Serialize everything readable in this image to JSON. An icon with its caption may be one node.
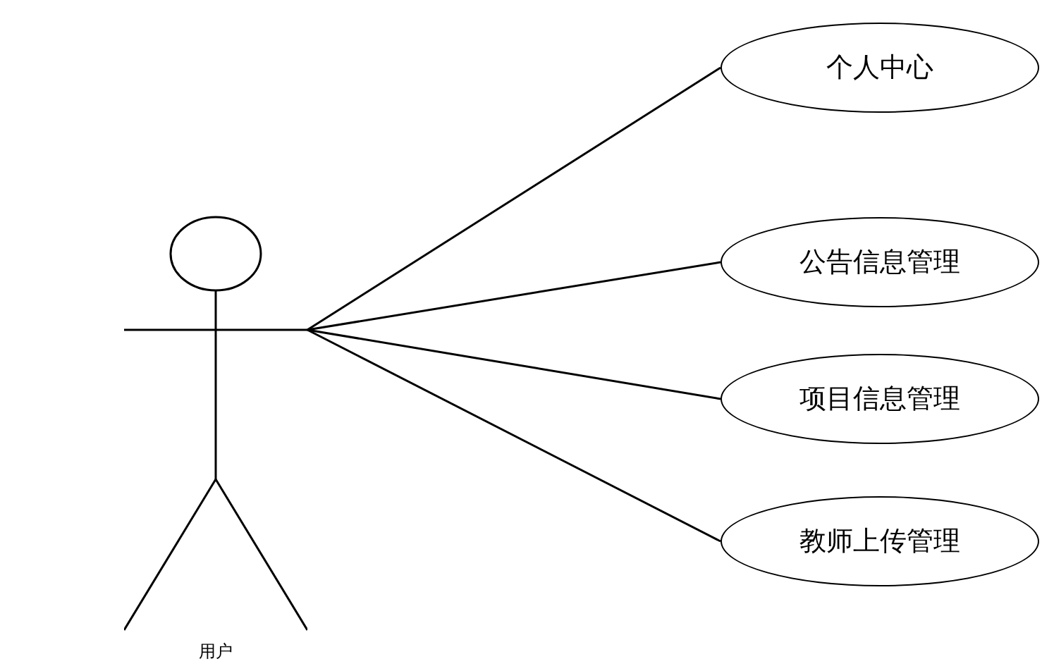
{
  "diagram": {
    "nodes": [
      {
        "text": [
          "用户"
        ]
      },
      {
        "text": [
          "个人中心"
        ]
      },
      {
        "text": [
          "公告信息管理"
        ]
      },
      {
        "text": [
          "项目信息管理"
        ]
      },
      {
        "text": [
          "教师上传管理"
        ]
      }
    ],
    "edges": [
      {
        "from": 0,
        "to": 1,
        "arrow": "none"
      },
      {
        "from": 0,
        "to": 2,
        "arrow": "none"
      },
      {
        "from": 0,
        "to": 3,
        "arrow": "none"
      },
      {
        "from": 0,
        "to": 4,
        "arrow": "none"
      }
    ]
  }
}
